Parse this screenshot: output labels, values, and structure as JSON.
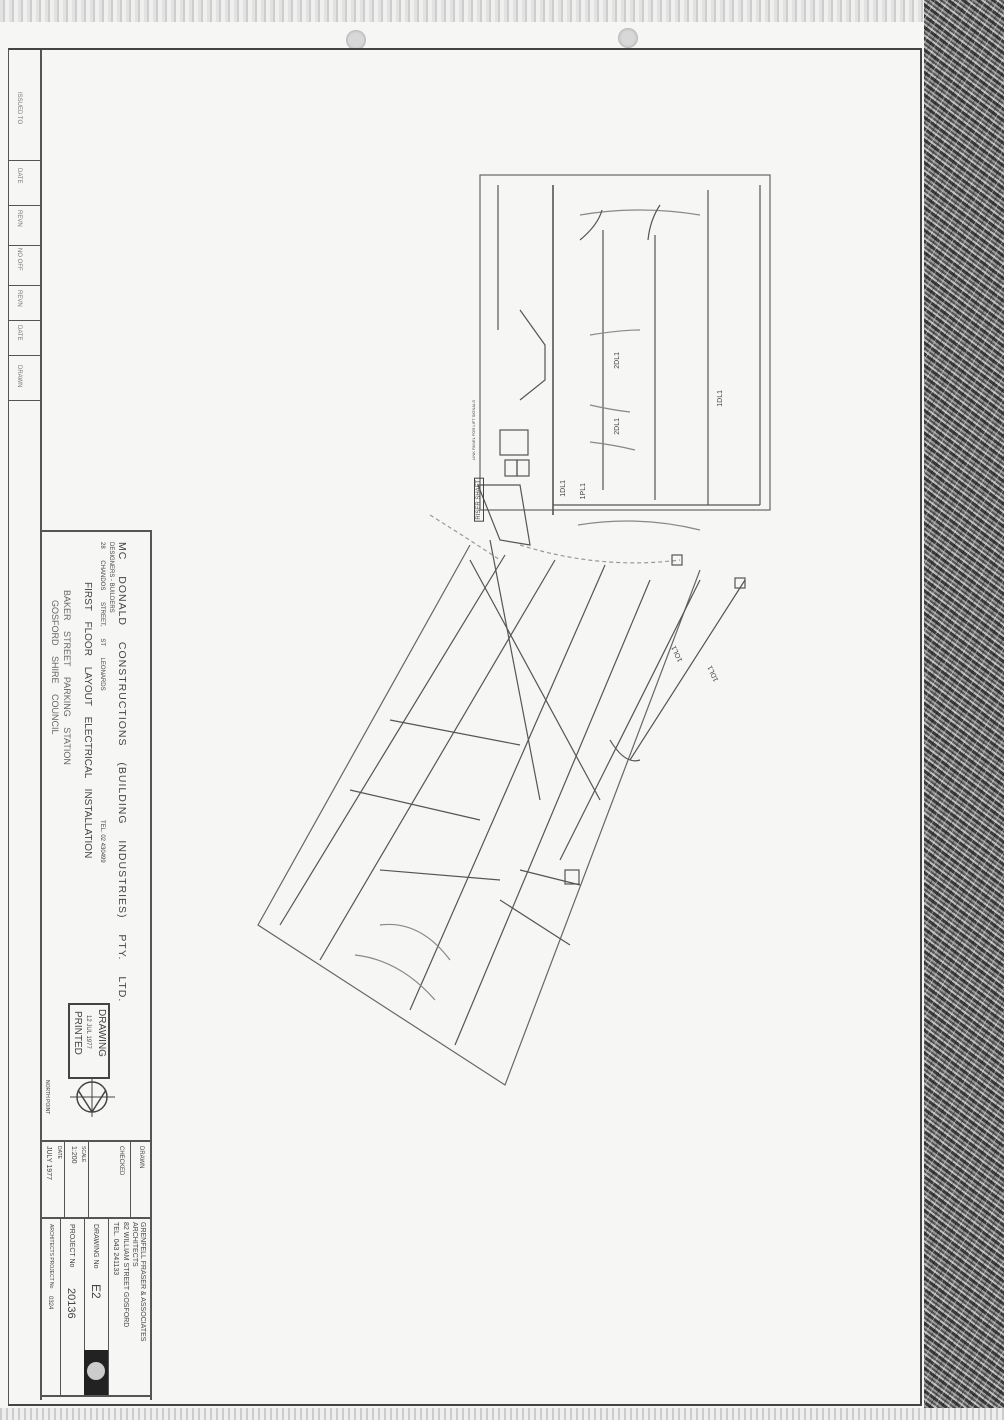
{
  "revision_block": {
    "headers": [
      "ISSUED TO",
      "DATE",
      "REVN",
      "NO OFF",
      "REVN",
      "DATE",
      "DRAWN"
    ]
  },
  "title_block": {
    "contractor": "MC DONALD CONSTRUCTIONS (BUILDING INDUSTRIES) PTY. LTD.",
    "contractor_sub": "DESIGNERS - BUILDERS",
    "contractor_address": "28 CHANDOS STREET, ST LEONARDS",
    "contractor_tel": "TEL. 02 430499",
    "drawing_title": "FIRST FLOOR LAYOUT ELECTRICAL INSTALLATION",
    "project_line1": "BAKER STREET PARKING STATION",
    "project_line2": "GOSFORD SHIRE COUNCIL",
    "stamp": {
      "line1": "DRAWING",
      "date": "12 JUL 1977",
      "line2": "PRINTED"
    },
    "north_point_label": "NORTH POINT",
    "drawn_label": "DRAWN",
    "checked_label": "CHECKED",
    "scale_label": "SCALE",
    "scale_value": "1:200",
    "date_label": "DATE",
    "date_value": "JULY 1977",
    "architect": "GRENFELL FRASER & ASSOCIATES",
    "architect_sub": "ARCHITECTS",
    "architect_address": "82 WILLIAM STREET GOSFORD",
    "architect_tel": "TEL. 043 241133",
    "drawing_no_label": "DRAWING No",
    "drawing_no": "E2",
    "project_no_label": "PROJECT No",
    "project_no": "20136",
    "architects_project_label": "ARCHITECTS PROJECT No",
    "architects_project_no": "0324"
  },
  "drawing": {
    "labels": {
      "riser_shaft": "RISER SHAFT",
      "link_panel": "LINK PANEL FOR LIFT SIGNALS",
      "c1": "2DL1",
      "c2": "2DL1",
      "c3": "1DL1",
      "c4": "1PL1",
      "c5": "1OL1",
      "c6": "1DL1"
    }
  }
}
